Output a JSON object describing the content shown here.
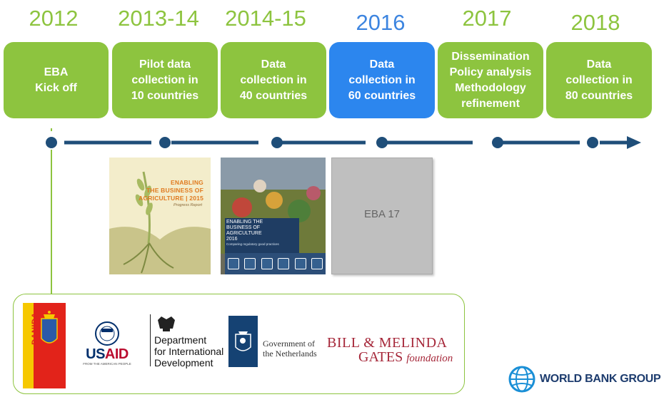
{
  "milestones": [
    {
      "year": "2012",
      "text": "EBA\nKick off"
    },
    {
      "year": "2013-14",
      "text": "Pilot data\ncollection in\n10 countries"
    },
    {
      "year": "2014-15",
      "text": "Data\ncollection in\n40 countries"
    },
    {
      "year": "2016",
      "text": "Data\ncollection in\n60 countries",
      "highlighted": true
    },
    {
      "year": "2017",
      "text": "Dissemination\nPolicy analysis\nMethodology\nrefinement"
    },
    {
      "year": "2018",
      "text": "Data\ncollection in\n80 countries"
    }
  ],
  "colors": {
    "green": "#8DC43F",
    "blue": "#2C86EE",
    "timeline": "#1F4E79"
  },
  "covers": {
    "report_2015": {
      "title": "ENABLING\nTHE BUSINESS OF\nAGRICULTURE | 2015",
      "subtitle": "Progress Report"
    },
    "report_2016": {
      "title": "ENABLING THE\nBUSINESS OF\nAGRICULTURE\n2016",
      "subtitle": "Comparing regulatory good practices"
    },
    "report_17": {
      "label": "EBA 17"
    }
  },
  "donors": {
    "danida": "DANIDA",
    "usaid": {
      "name_blue": "US",
      "name_red": "AID",
      "tagline": "FROM THE AMERICAN PEOPLE"
    },
    "dfid": "Department\nfor International\nDevelopment",
    "netherlands": "Government of\nthe Netherlands",
    "gates": {
      "line1": "BILL & MELINDA",
      "line2": "GATES",
      "line2b": "foundation"
    }
  },
  "world_bank": "WORLD BANK GROUP"
}
